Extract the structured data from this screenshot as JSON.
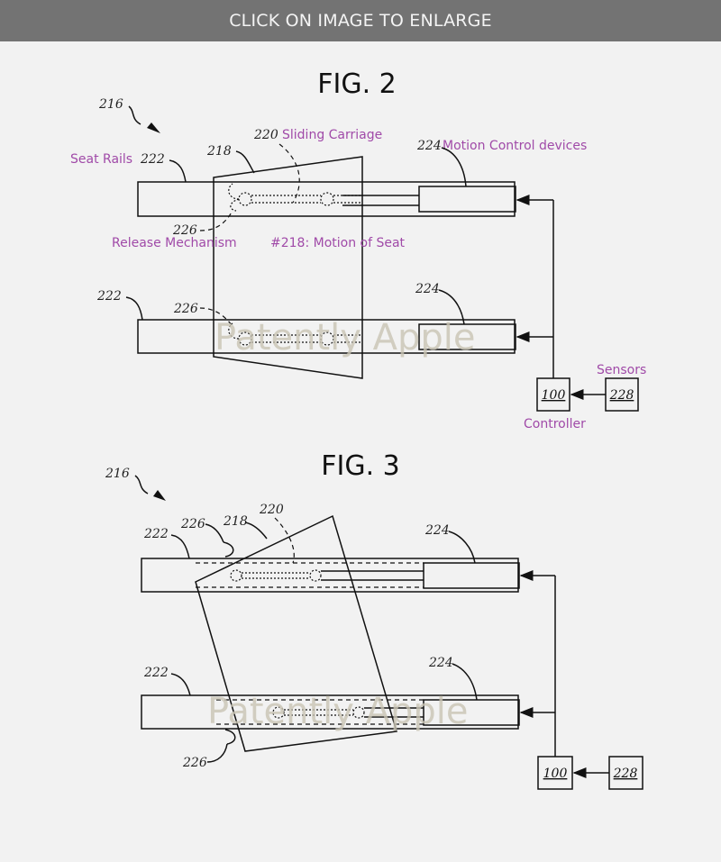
{
  "banner": {
    "text": "CLICK ON IMAGE TO ENLARGE"
  },
  "fig2": {
    "title": "FIG. 2",
    "ref_216": "216",
    "ref_218": "218",
    "ref_220": "220",
    "label_220": "Sliding Carriage",
    "label_seat_rails": "Seat Rails",
    "ref_222_top": "222",
    "ref_222_bottom": "222",
    "ref_224_top": "224",
    "label_224": "Motion Control devices",
    "ref_224_bottom": "224",
    "ref_226_top": "226",
    "ref_226_bottom": "226",
    "label_release": "Release Mechanism",
    "label_motion": "#218: Motion of Seat",
    "ref_100": "100",
    "ref_228": "228",
    "label_sensors": "Sensors",
    "label_controller": "Controller",
    "watermark": "Patently Apple"
  },
  "fig3": {
    "title": "FIG. 3",
    "ref_216": "216",
    "ref_218": "218",
    "ref_220": "220",
    "ref_222_top": "222",
    "ref_222_bottom": "222",
    "ref_224_top": "224",
    "ref_224_bottom": "224",
    "ref_226_top": "226",
    "ref_226_bottom": "226",
    "ref_100": "100",
    "ref_228": "228",
    "watermark": "Patently Apple"
  },
  "colors": {
    "banner_bg": "#737373",
    "label_accent": "#a04aa8",
    "watermark": "#c9c4b4"
  }
}
